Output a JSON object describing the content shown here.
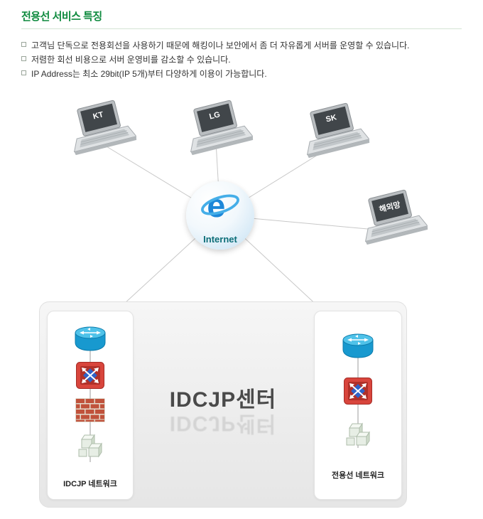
{
  "header": {
    "title": "전용선 서비스 특징",
    "bullets": [
      "고객님 단독으로 전용회선을 사용하기 때문에 해킹이나 보안에서 좀 더 자유롭게 서버를 운영할 수 있습니다.",
      "저렴한 회선 비용으로 서버 운영비를 감소할 수 있습니다.",
      "IP Address는 최소 29bit(IP 5개)부터 다양하게 이용이 가능합니다."
    ]
  },
  "diagram": {
    "isp_nodes": [
      {
        "label": "KT"
      },
      {
        "label": "LG"
      },
      {
        "label": "SK"
      },
      {
        "label": "해외망"
      }
    ],
    "internet_label": "Internet",
    "datacenter": {
      "title": "IDCJP센터",
      "left_stack_label": "IDCJP 네트워크",
      "right_stack_label": "전용선 네트워크"
    },
    "icons": {
      "laptop": "laptop-icon",
      "internet": "internet-explorer-icon",
      "router": "router-icon",
      "switch": "switch-icon",
      "firewall": "firewall-brick-icon",
      "server": "server-boxes-icon"
    }
  },
  "colors": {
    "title_green": "#0e8a3e",
    "internet_teal": "#0d6e78",
    "ie_blue": "#1d87d8",
    "router_blue": "#1899cf",
    "switch_red": "#d8453c",
    "firewall_brick": "#c0523b",
    "line_gray": "#c8c8c8",
    "panel_gray": "#ececec"
  }
}
